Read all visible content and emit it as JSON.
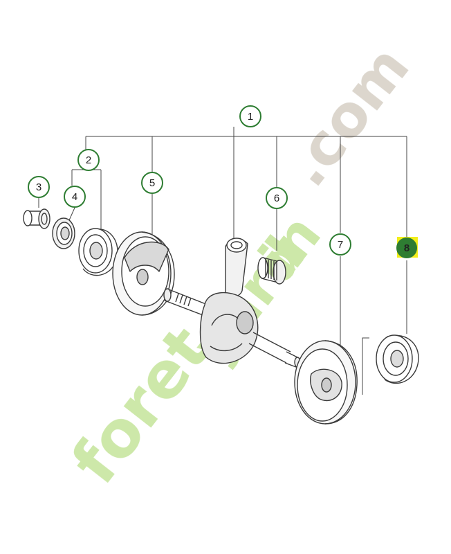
{
  "colors": {
    "callout_ring": "#2e7d32",
    "callout_highlight_fill": "#f2ee1a",
    "line": "#444444",
    "watermark_green": "#c8e6a0",
    "watermark_orange": "#f6d3a6",
    "watermark_gray": "#d8d2c8"
  },
  "callouts": [
    {
      "id": "1",
      "label": "1",
      "highlighted": false
    },
    {
      "id": "2",
      "label": "2",
      "highlighted": false
    },
    {
      "id": "3",
      "label": "3",
      "highlighted": false
    },
    {
      "id": "4",
      "label": "4",
      "highlighted": false
    },
    {
      "id": "5",
      "label": "5",
      "highlighted": false
    },
    {
      "id": "6",
      "label": "6",
      "highlighted": false
    },
    {
      "id": "7",
      "label": "7",
      "highlighted": false
    },
    {
      "id": "8",
      "label": "8",
      "highlighted": true
    }
  ],
  "parts": [
    {
      "callout": "3",
      "kind": "sleeve"
    },
    {
      "callout": "4",
      "kind": "seal-ring"
    },
    {
      "callout": "2",
      "kind": "ball-bearing"
    },
    {
      "callout": "5",
      "kind": "flywheel-half"
    },
    {
      "callout": "6",
      "kind": "needle-bearing"
    },
    {
      "callout": "1",
      "kind": "crankshaft"
    },
    {
      "callout": "7",
      "kind": "flywheel-half"
    },
    {
      "callout": "8",
      "kind": "ball-bearing"
    }
  ],
  "watermark": {
    "part1": "foret",
    "part2": "yard",
    "part3": "in",
    "part4": ".com"
  }
}
